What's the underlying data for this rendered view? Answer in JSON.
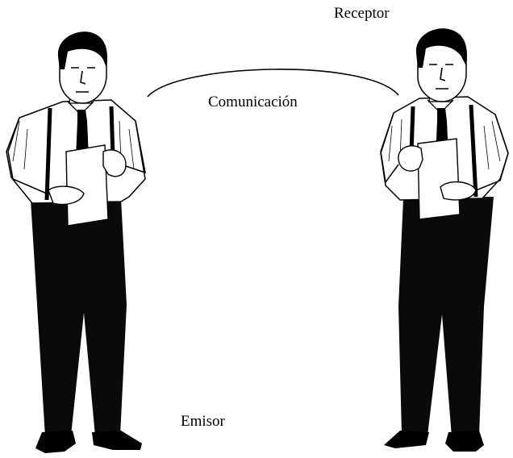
{
  "labels": {
    "receptor": "Receptor",
    "comunicacion": "Comunicación",
    "emisor": "Emisor"
  },
  "figures": [
    {
      "role": "left-person",
      "depicts": "man in white shirt, tie, suspenders and dark trousers holding a sheet of paper"
    },
    {
      "role": "right-person",
      "depicts": "man in white shirt, tie, suspenders and dark trousers holding a sheet of paper"
    }
  ],
  "colors": {
    "background": "#ffffff",
    "ink": "#000000",
    "shirt": "#ffffff",
    "trousers": "#0a0a0a",
    "skin": "#ffffff"
  }
}
